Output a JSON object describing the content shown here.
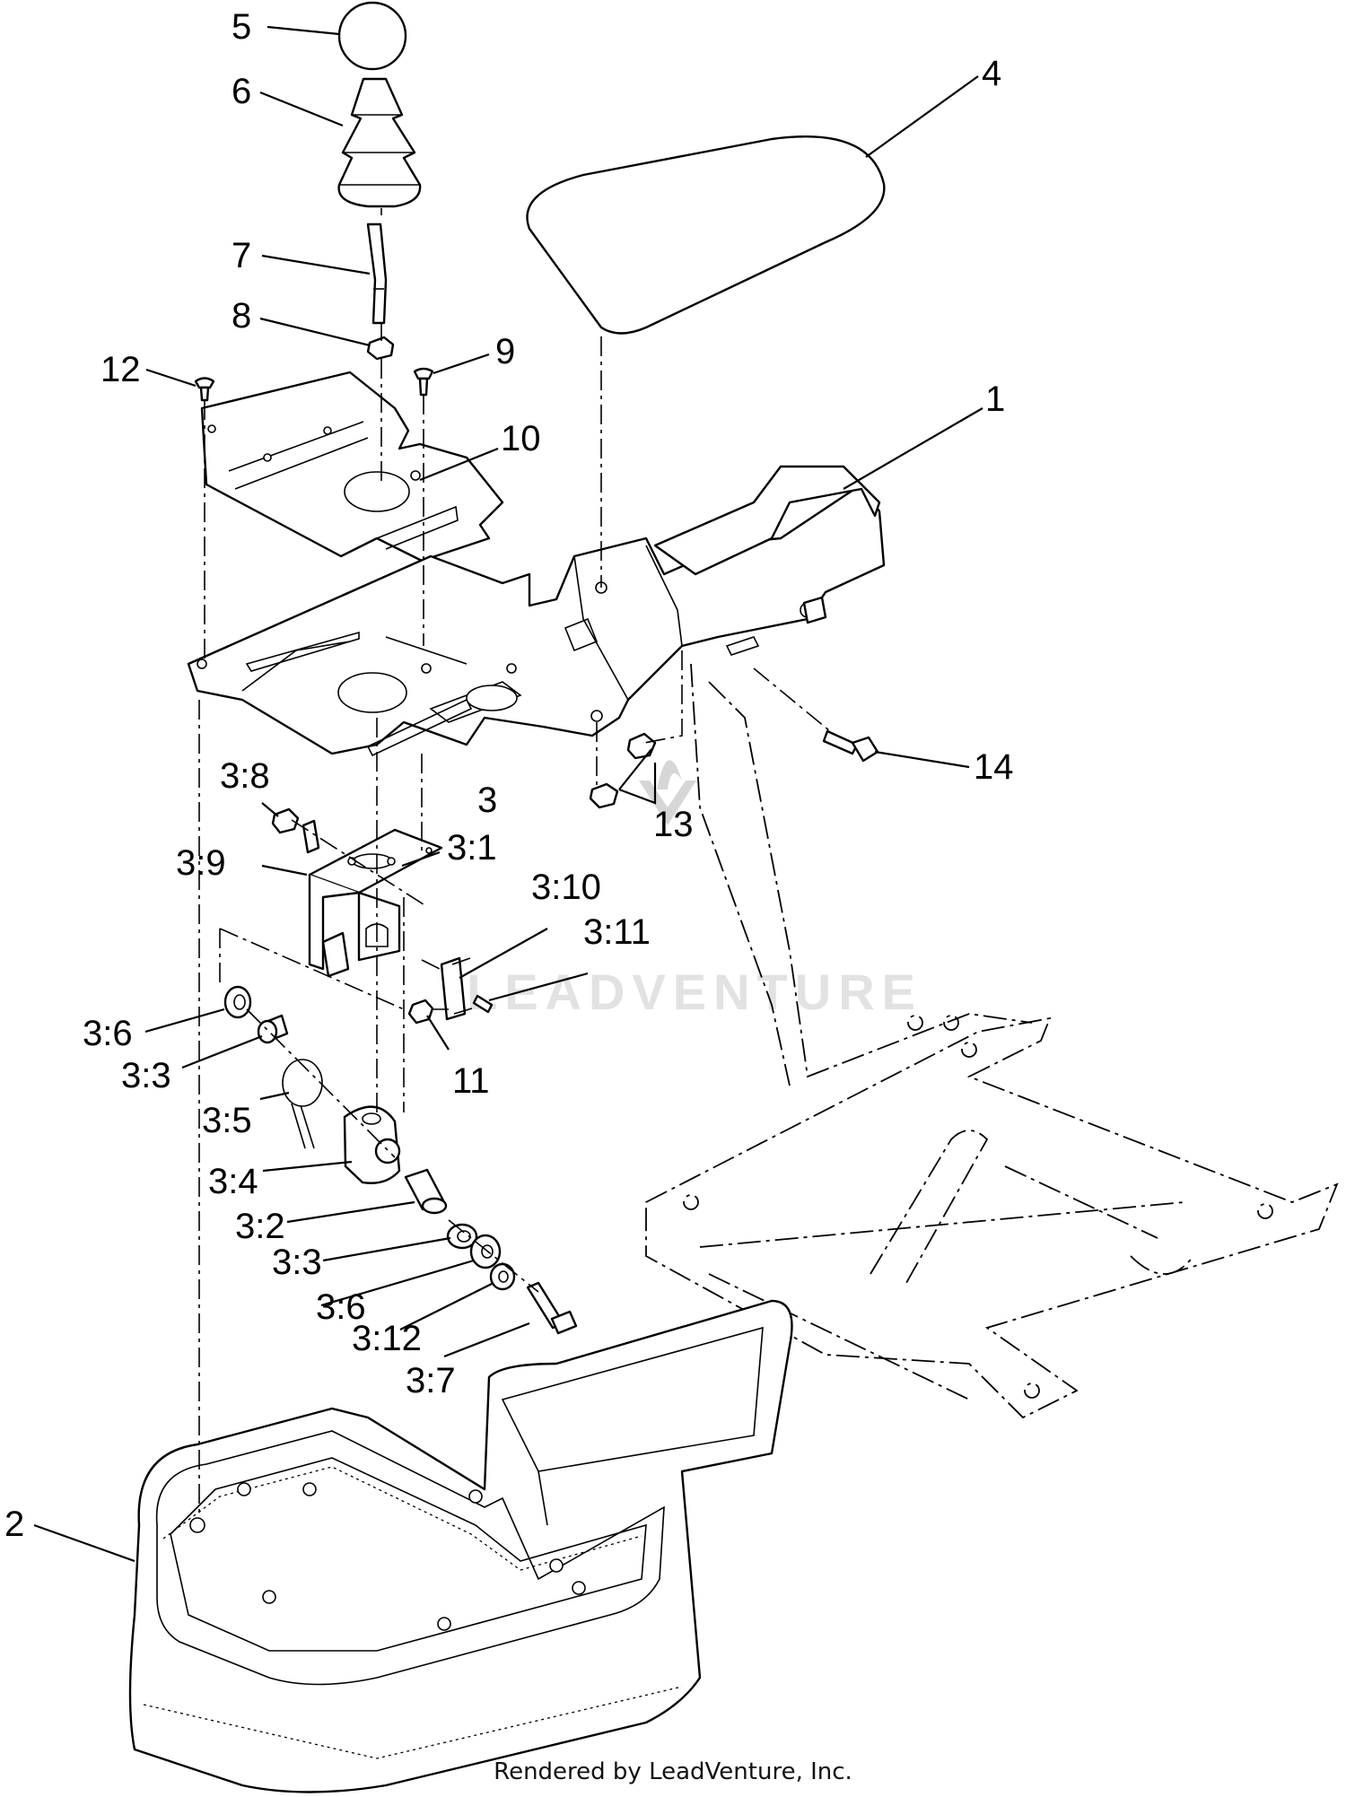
{
  "footer": "Rendered by LeadVenture, Inc.",
  "watermark": "LEADVENTURE",
  "callouts": {
    "c1": "1",
    "c2": "2",
    "c3": "3",
    "c3_1": "3:1",
    "c3_2": "3:2",
    "c3_3a": "3:3",
    "c3_3b": "3:3",
    "c3_4": "3:4",
    "c3_5": "3:5",
    "c3_6a": "3:6",
    "c3_6b": "3:6",
    "c3_7": "3:7",
    "c3_8": "3:8",
    "c3_9": "3:9",
    "c3_10": "3:10",
    "c3_11": "3:11",
    "c3_12": "3:12",
    "c4": "4",
    "c5": "5",
    "c6": "6",
    "c7": "7",
    "c8": "8",
    "c9": "9",
    "c10": "10",
    "c11": "11",
    "c12": "12",
    "c13": "13",
    "c14": "14"
  }
}
